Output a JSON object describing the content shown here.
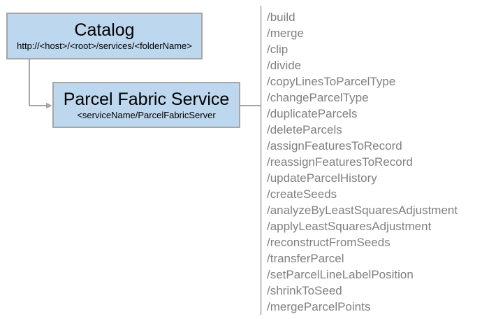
{
  "catalog": {
    "title": "Catalog",
    "subtitle": "http://<host>/<root>/services/<folderName>"
  },
  "service": {
    "title": "Parcel Fabric Service",
    "subtitle": "<serviceName/ParcelFabricServer"
  },
  "endpoints": [
    "/build",
    "/merge",
    "/clip",
    "/divide",
    "/copyLinesToParcelType",
    "/changeParcelType",
    "/duplicateParcels",
    "/deleteParcels",
    "/assignFeaturesToRecord",
    "/reassignFeaturesToRecord",
    "/updateParcelHistory",
    "/createSeeds",
    "/analyzeByLeastSquaresAdjustment",
    "/applyLeastSquaresAdjustment",
    "/reconstructFromSeeds",
    "/transferParcel",
    "/setParcelLineLabelPosition",
    "/shrinkToSeed",
    "/mergeParcelPoints"
  ],
  "colors": {
    "background": "#FFFFFF",
    "box_fill": "#BDD7EE",
    "box_border": "#A6A6A6",
    "connector": "#A6A6A6",
    "title_text": "#000000",
    "endpoint_text": "#808080"
  }
}
